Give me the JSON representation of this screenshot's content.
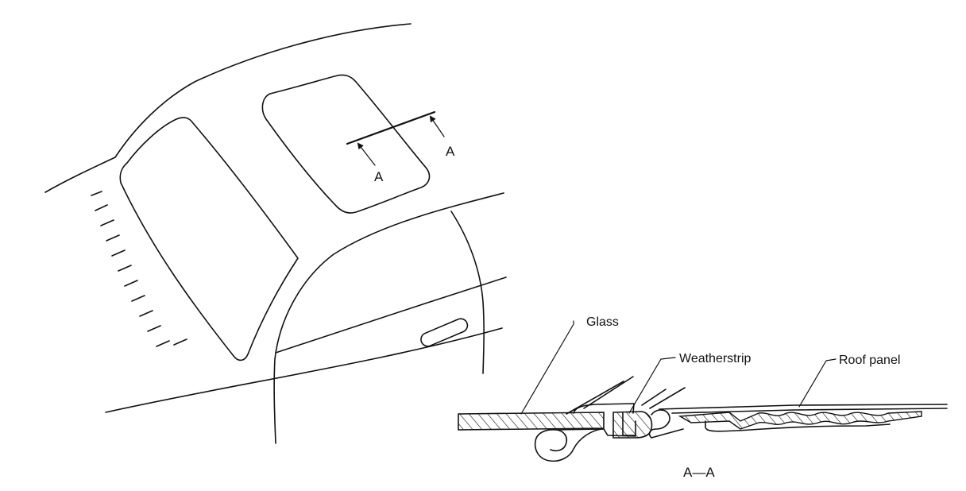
{
  "labels": {
    "section_marker_left": "A",
    "section_marker_right": "A",
    "glass": "Glass",
    "weatherstrip": "Weatherstrip",
    "roof_panel": "Roof panel",
    "section_title": "A—A"
  }
}
